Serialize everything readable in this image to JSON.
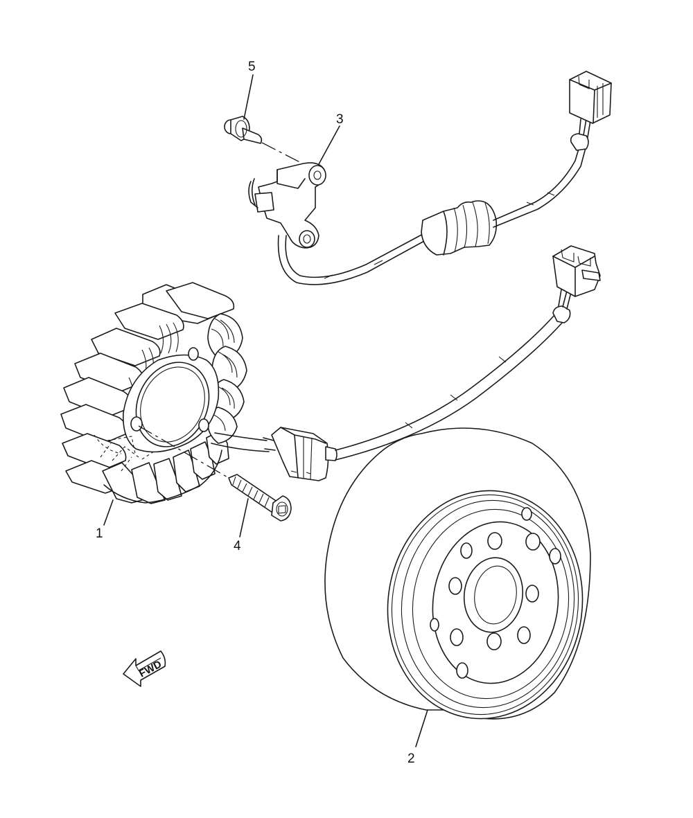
{
  "callouts": [
    {
      "id": "1",
      "label": "1"
    },
    {
      "id": "2",
      "label": "2"
    },
    {
      "id": "3",
      "label": "3"
    },
    {
      "id": "4",
      "label": "4"
    },
    {
      "id": "5",
      "label": "5"
    }
  ],
  "direction_marker": {
    "label": "FWD",
    "icon": "arrow-down-left-icon"
  },
  "colors": {
    "line": "#1a1a1a",
    "background": "#ffffff"
  }
}
